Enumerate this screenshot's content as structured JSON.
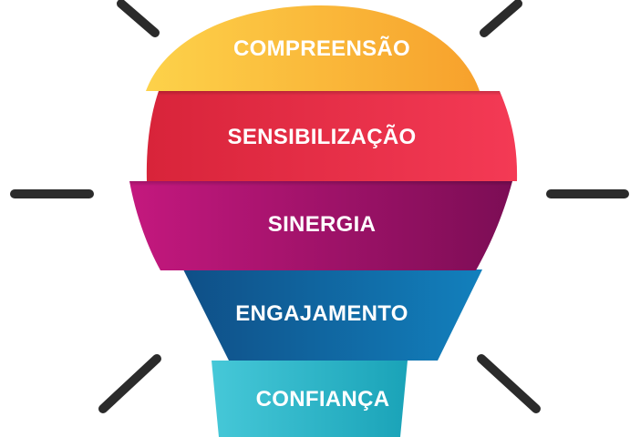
{
  "diagram": {
    "bands": [
      {
        "label": "COMPREENSÃO",
        "color_start": "#fdd24a",
        "color_end": "#f7a12c"
      },
      {
        "label": "SENSIBILIZAÇÃO",
        "color_start": "#d8243a",
        "color_end": "#f43a55"
      },
      {
        "label": "SINERGIA",
        "color_start": "#c4187e",
        "color_end": "#7c0d55"
      },
      {
        "label": "ENGAJAMENTO",
        "color_start": "#0f4f87",
        "color_end": "#1280bd"
      },
      {
        "label": "CONFIANÇA",
        "color_start": "#46c8d8",
        "color_end": "#1aa3b8"
      }
    ],
    "ray_color": "#2b2b2b",
    "ray_count": 6
  }
}
